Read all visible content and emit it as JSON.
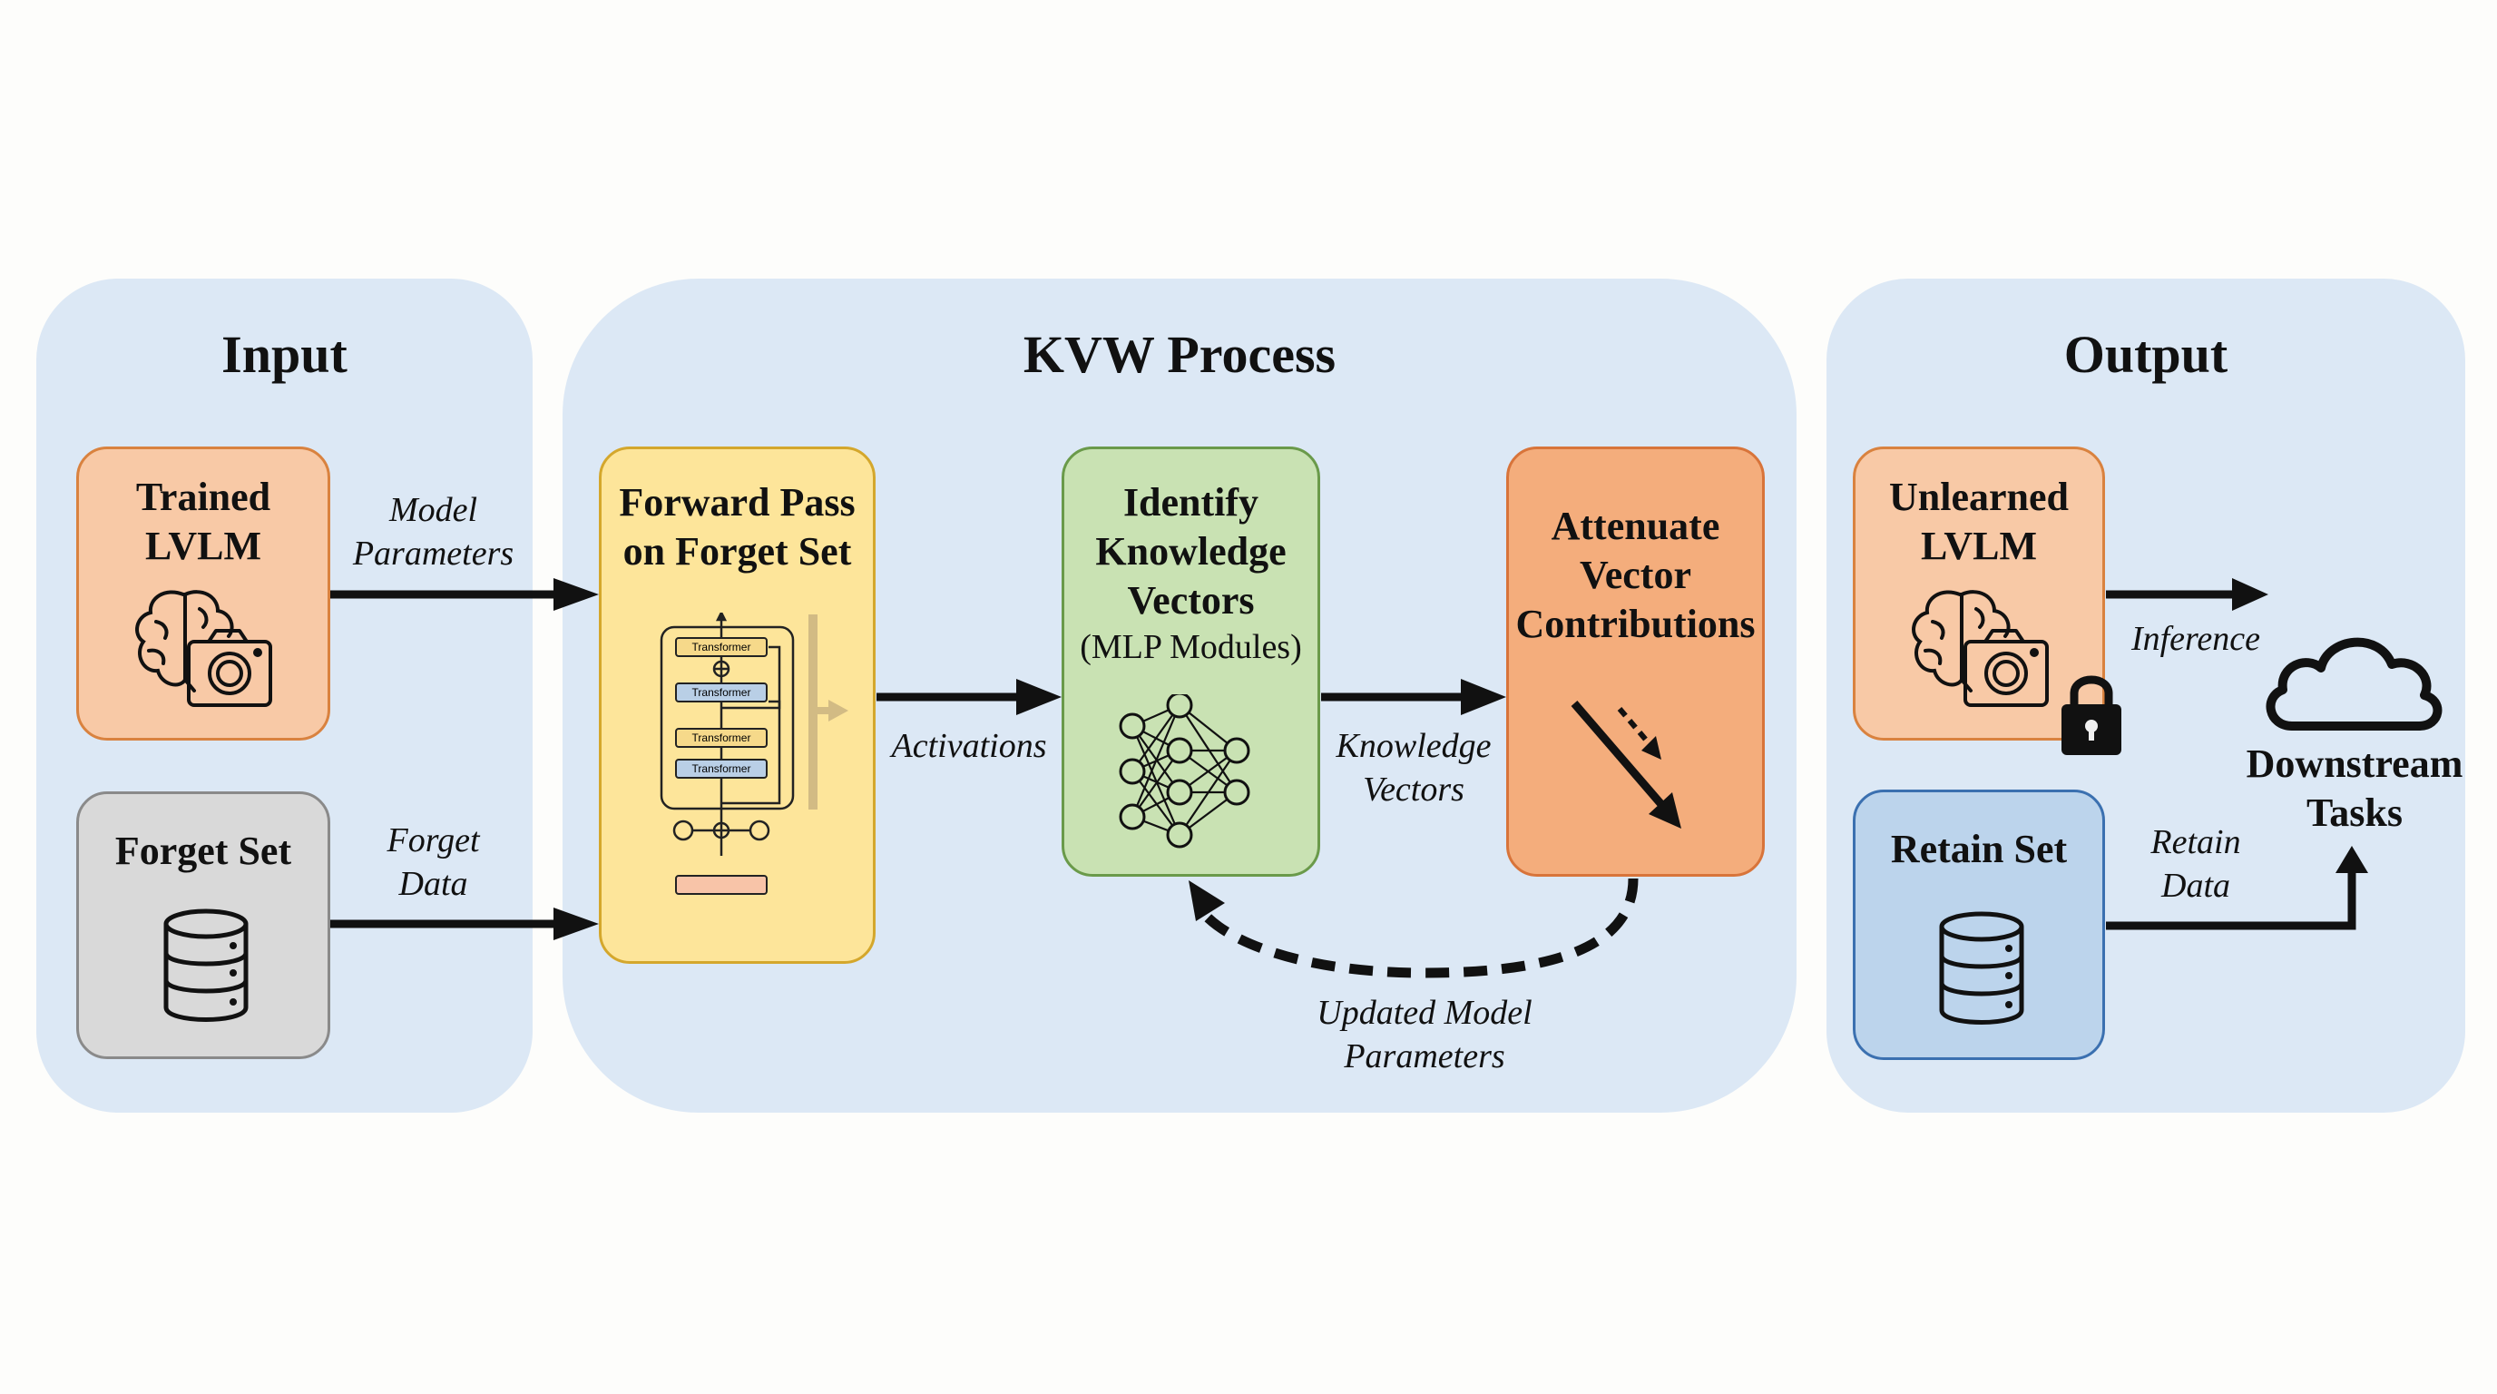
{
  "panels": {
    "input": {
      "title": "Input"
    },
    "process": {
      "title": "KVW Process"
    },
    "output": {
      "title": "Output"
    }
  },
  "boxes": {
    "trained_lvlm": {
      "title_line1": "Trained",
      "title_line2": "LVLM",
      "icons": [
        "brain-icon",
        "camera-icon"
      ]
    },
    "forget_set": {
      "title": "Forget Set",
      "icons": [
        "database-icon"
      ]
    },
    "forward_pass": {
      "title_line1": "Forward Pass",
      "title_line2": "on Forget Set",
      "diagram": {
        "blocks": [
          "Transformer",
          "Transformer",
          "Transformer",
          "Transformer"
        ]
      }
    },
    "identify": {
      "title_line1": "Identify",
      "title_line2": "Knowledge",
      "title_line3": "Vectors",
      "subtitle": "(MLP Modules)",
      "icons": [
        "neural-network-icon"
      ]
    },
    "attenuate": {
      "title_line1": "Attenuate",
      "title_line2": "Vector",
      "title_line3": "Contributions",
      "icons": [
        "attenuate-arrows-icon"
      ]
    },
    "unlearned_lvlm": {
      "title_line1": "Unlearned",
      "title_line2": "LVLM",
      "icons": [
        "brain-icon",
        "camera-icon",
        "lock-icon"
      ]
    },
    "retain_set": {
      "title": "Retain Set",
      "icons": [
        "database-icon"
      ]
    },
    "downstream": {
      "title_line1": "Downstream",
      "title_line2": "Tasks",
      "icons": [
        "cloud-icon"
      ]
    }
  },
  "edges": {
    "model_parameters": {
      "line1": "Model",
      "line2": "Parameters"
    },
    "forget_data": {
      "line1": "Forget",
      "line2": "Data"
    },
    "activations": {
      "label": "Activations"
    },
    "knowledge_vectors": {
      "line1": "Knowledge",
      "line2": "Vectors"
    },
    "updated_params": {
      "line1": "Updated Model",
      "line2": "Parameters"
    },
    "inference": {
      "label": "Inference"
    },
    "retain_data": {
      "line1": "Retain",
      "line2": "Data"
    }
  },
  "colors": {
    "panel_bg": "#dce8f5",
    "orange_light": "#f8c9a6",
    "orange_light_border": "#d9823f",
    "gray": "#d9d9d9",
    "gray_border": "#8a8a8a",
    "yellow": "#fde59a",
    "yellow_border": "#d4a72c",
    "green": "#c9e2b3",
    "green_border": "#6a9a4a",
    "orange": "#f4ad7c",
    "orange_border": "#d8743a",
    "blue": "#bcd4ec",
    "blue_border": "#3b70b0"
  }
}
